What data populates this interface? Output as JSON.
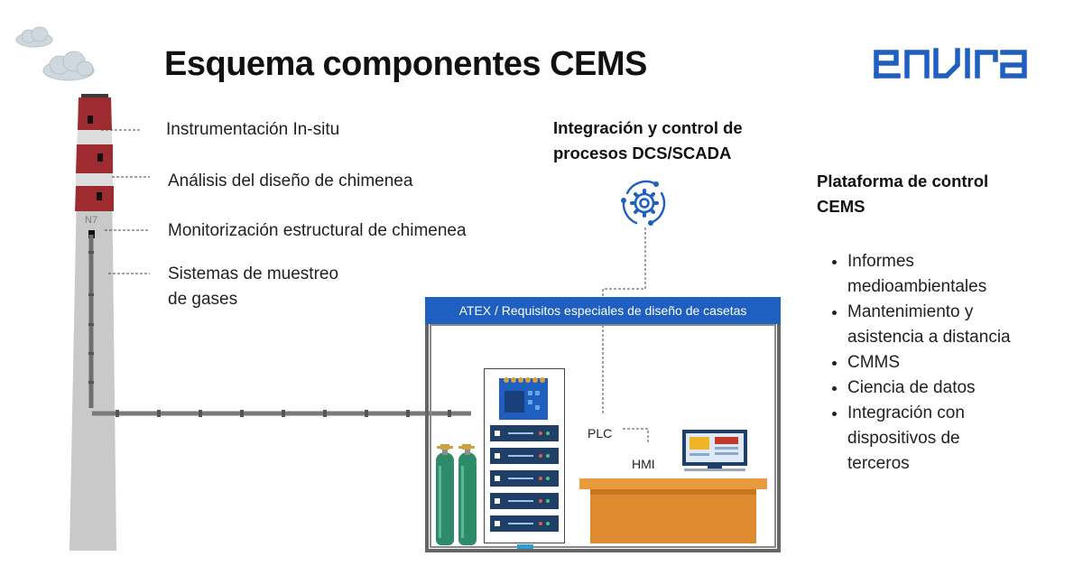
{
  "header": {
    "title": "Esquema componentes CEMS",
    "logo_text": "envira",
    "brand_color": "#1f5fbf"
  },
  "chimney": {
    "tag": "N7",
    "callouts": [
      {
        "label": "Instrumentación In-situ"
      },
      {
        "label": "Análisis del diseño de chimenea"
      },
      {
        "label": "Monitorización estructural de chimenea"
      },
      {
        "label_line1": "Sistemas de muestreo",
        "label_line2": "de gases"
      }
    ]
  },
  "dcs": {
    "line1": "Integración y control de",
    "line2": "procesos DCS/SCADA",
    "icon": "gear-cycle-icon"
  },
  "shelter": {
    "banner": "ATEX / Requisitos especiales de diseño de casetas",
    "plc_label": "PLC",
    "hmi_label": "HMI"
  },
  "platform": {
    "heading_line1": "Plataforma de control",
    "heading_line2": "CEMS",
    "items": [
      {
        "line1": "Informes",
        "line2": "medioambientales"
      },
      {
        "line1": "Mantenimiento y",
        "line2": "asistencia a distancia"
      },
      {
        "line1": "CMMS"
      },
      {
        "line1": "Ciencia de datos"
      },
      {
        "line1": "Integración con",
        "line2": "dispositivos de",
        "line3": "terceros"
      }
    ]
  },
  "colors": {
    "chimney_red": "#9e2b2f",
    "chimney_grey": "#c9c9c9",
    "rack_blue": "#1f3f66",
    "desk_orange": "#e89a3c",
    "cylinder_green": "#2e8b6a"
  }
}
